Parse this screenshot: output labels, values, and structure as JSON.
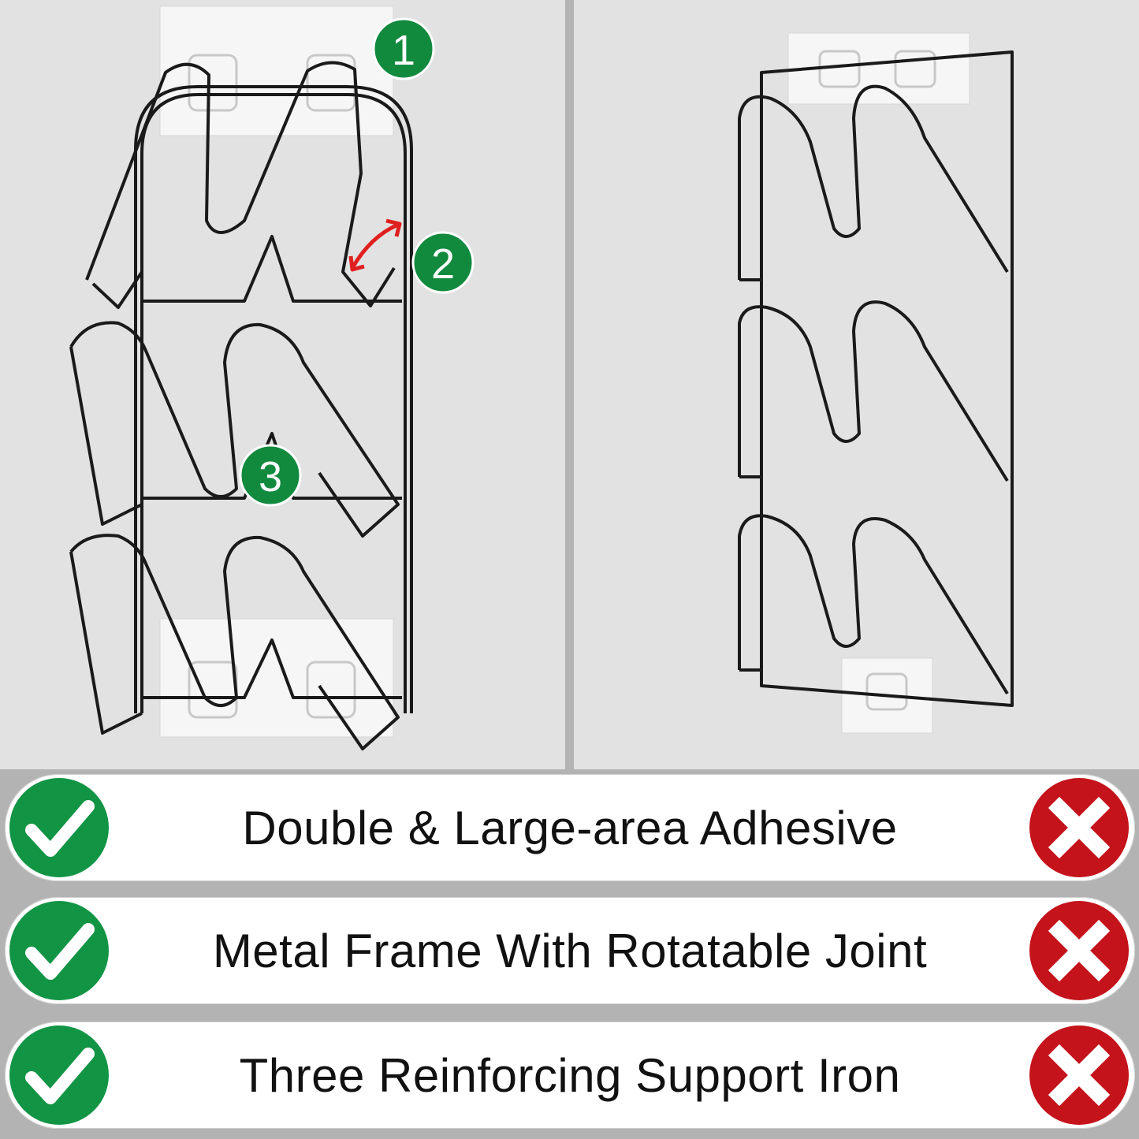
{
  "left_panel": {
    "markers": [
      "1",
      "2",
      "3"
    ]
  },
  "features": [
    {
      "label": "Double & Large-area Adhesive",
      "left_icon": "check-icon",
      "right_icon": "x-icon"
    },
    {
      "label": "Metal Frame With Rotatable Joint",
      "left_icon": "check-icon",
      "right_icon": "x-icon"
    },
    {
      "label": "Three Reinforcing Support Iron",
      "left_icon": "check-icon",
      "right_icon": "x-icon"
    }
  ],
  "colors": {
    "check_green": "#129445",
    "x_red": "#c4131b",
    "marker_green": "#128a3e",
    "arrow_red": "#e02020"
  }
}
